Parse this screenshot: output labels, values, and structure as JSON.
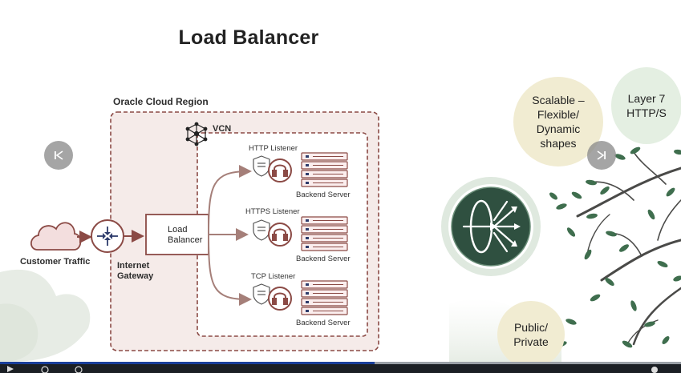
{
  "slide": {
    "title": "Load Balancer",
    "diagram": {
      "region_label": "Oracle Cloud Region",
      "vcn_label": "VCN",
      "customer_label": "Customer Traffic",
      "gateway_label_line1": "Internet",
      "gateway_label_line2": "Gateway",
      "load_balancer_line1": "Load",
      "load_balancer_line2": "Balancer",
      "listeners": [
        {
          "listener": "HTTP Listener",
          "server": "Backend Server"
        },
        {
          "listener": "HTTPS Listener",
          "server": "Backend Server"
        },
        {
          "listener": "TCP Listener",
          "server": "Backend Server"
        }
      ]
    },
    "bubbles": {
      "scalable": [
        "Scalable –",
        "Flexible/",
        "Dynamic",
        "shapes"
      ],
      "layer7": [
        "Layer 7",
        "HTTP/S"
      ],
      "public_private": [
        "Public/",
        "Private"
      ]
    }
  },
  "player": {
    "progress": 0.55,
    "prev_icon": "skip-previous-icon",
    "next_icon": "skip-next-icon"
  },
  "colors": {
    "accent": "#8b4a45",
    "region_fill": "#f5ebe9",
    "scalable_bubble": "#f1ecd2",
    "layer7_bubble": "#e4efe2",
    "progress": "#1a3f9a"
  }
}
